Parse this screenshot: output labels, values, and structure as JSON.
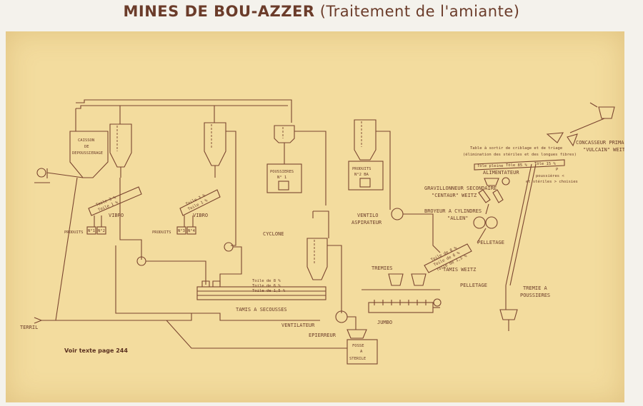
{
  "title": {
    "main": "MINES DE BOU-AZZER",
    "sub": "(Traitement de l'amiante)"
  },
  "labels": {
    "caisson": "CAISSON",
    "de": "DE",
    "depoussierage": "DEPOUSSIERAGE",
    "vibro": "VIBRO",
    "produits": "PRODUITS",
    "n1": "N°1",
    "n2": "N°2",
    "n3": "N°3",
    "n4": "N°4",
    "poussieres": "POUSSIERES",
    "poussieres_n1": "N° 1",
    "produits_box": "PRODUITS",
    "produits_box_n": "N°2 BA",
    "cyclone": "CYCLONE",
    "ventilo": "VENTILO",
    "aspirateur": "ASPIRATEUR",
    "tamis": "TAMIS  A  SECOUSSES",
    "toile_8": "Toile de 8 %",
    "toile_6": "Toile de 6 %",
    "toile_15": "Toile de 1,5 %",
    "toile_3": "Toile 3 %",
    "toile_1": "Toile 1 %",
    "ventilateur": "VENTILATEUR",
    "epierreur": "EPIERREUR",
    "fosse": "FOSSE",
    "fosse_a": "A",
    "sterile": "STERILE",
    "jumbo": "JUMBO",
    "tremies": "TREMIES",
    "pelletage": "PELLETAGE",
    "pelletage2": "PELLETAGE",
    "tamis_weitz": "TAMIS WEITZ",
    "broyeur": "BROYEUR  A  CYLINDRES",
    "allen": "\"ALLEN\"",
    "gravillonneur": "GRAVILLONNEUR  SECONDAIRE",
    "centaur": "\"CENTAUR\"  WEITZ",
    "alimentateur": "ALIMENTATEUR",
    "poussieres_note": "poussières <",
    "steriles_note": "et stériles > choisies",
    "table_1": "Table à sortir de criblage et de triage",
    "table_2": "(élimination des stériles et des longues fibres)",
    "table_cell_1": "Tôle pleine",
    "table_cell_2": "Tôle 85 %",
    "table_cell_3": "Tôle 15 %",
    "table_cell_p": "P",
    "concasseur": "CONCASSEUR  PRIMAIRE",
    "vulcain": "\"VULCAIN\"  WEITZ",
    "tremie_a": "TREMIE  A",
    "tremie_p": "POUSSIERES",
    "terril": "TERRIL",
    "voir": "Voir texte page 244"
  },
  "colors": {
    "ink": "#7a4530",
    "paper": "#f3dc9e",
    "title": "#6b3c2a"
  }
}
